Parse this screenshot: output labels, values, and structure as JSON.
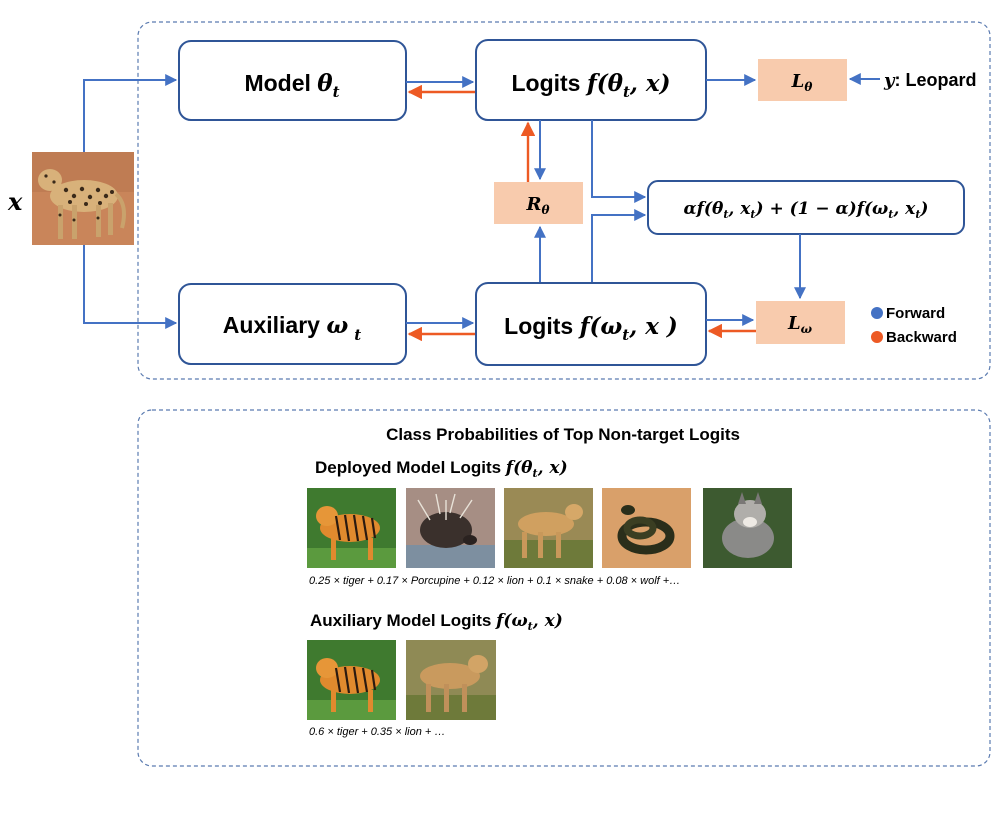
{
  "colors": {
    "forward": "#4472C4",
    "backward": "#ED5A24",
    "box_border": "#2F5597",
    "loss_fill": "#F8CBAD",
    "dash": "#5B7BB0"
  },
  "input": {
    "label": "x"
  },
  "top": {
    "model_label": "Model ",
    "model_math": "θ",
    "model_sub": "t",
    "logits_label": "Logits ",
    "logits_theta_math": "f(θ",
    "logits_theta_sub": "t",
    "logits_theta_tail": ", x)",
    "loss_theta": "L",
    "loss_theta_sub": "θ",
    "label_y": "y",
    "label_y_text": ": Leopard",
    "reg": "R",
    "reg_sub": "θ",
    "mix_parts": [
      "αf(θ",
      "t",
      ", x",
      "t",
      ") + (1 − α)f(ω",
      "t",
      ", x",
      "t",
      ")"
    ],
    "aux_label": "Auxiliary ",
    "aux_math": "ω",
    "aux_sub": "t",
    "logits_omega_math": "f(ω",
    "logits_omega_sub": "t",
    "logits_omega_tail": ", x )",
    "loss_omega": "L",
    "loss_omega_sub": "ω",
    "legend": [
      {
        "label": "Forward",
        "color": "#4472C4"
      },
      {
        "label": "Backward",
        "color": "#ED5A24"
      }
    ]
  },
  "bottom": {
    "title": "Class Probabilities of Top Non-target Logits",
    "deployed_label": "Deployed Model Logits ",
    "deployed_math": "f(θ",
    "deployed_sub": "t",
    "deployed_tail": ", x)",
    "deployed_images": [
      "tiger",
      "porcupine",
      "lion",
      "snake",
      "wolf"
    ],
    "deployed_caption": "0.25 × tiger + 0.17 × Porcupine + 0.12 × lion + 0.1 × snake + 0.08 × wolf +…",
    "aux_label": "Auxiliary Model Logits ",
    "aux_math": "f(ω",
    "aux_sub": "t",
    "aux_tail": ", x)",
    "aux_images": [
      "tiger",
      "lion"
    ],
    "aux_caption": "0.6 × tiger + 0.35 × lion + …"
  }
}
